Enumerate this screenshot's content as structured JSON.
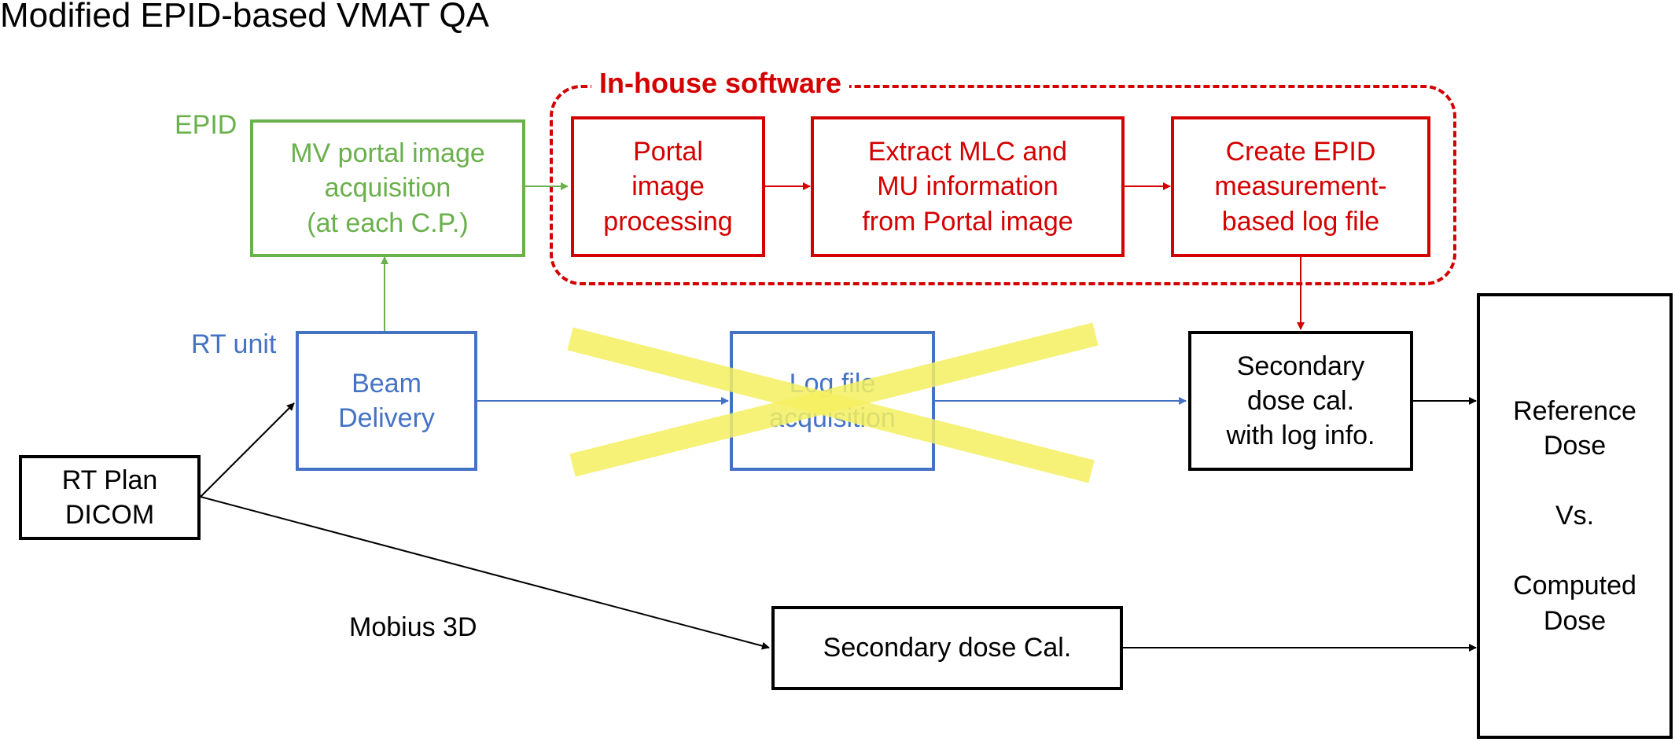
{
  "title": "Modified EPID-based VMAT QA",
  "labels": {
    "epid": "EPID",
    "rt_unit": "RT unit",
    "mobius": "Mobius 3D"
  },
  "software_region": {
    "label": "In-house software"
  },
  "boxes": {
    "mv_acquisition": "MV portal image\nacquisition\n(at each C.P.)",
    "portal_processing": "Portal\nimage\nprocessing",
    "extract_mlc": "Extract MLC and\nMU information\nfrom Portal image",
    "create_epid_log": "Create EPID\nmeasurement-\nbased log file",
    "beam_delivery": "Beam\nDelivery",
    "log_acquisition": "Log file\nacquisition",
    "secondary_log": "Secondary\ndose cal.\nwith log info.",
    "rt_plan": "RT Plan\nDICOM",
    "secondary_dose": "Secondary dose Cal.",
    "comparison": "Reference\nDose\n\nVs.\n\nComputed\nDose"
  },
  "colors": {
    "epid": "#6ab04c",
    "software": "#d40000",
    "rt_unit": "#4472c4",
    "standard": "#000000",
    "removed_cross": "#f5f060"
  }
}
